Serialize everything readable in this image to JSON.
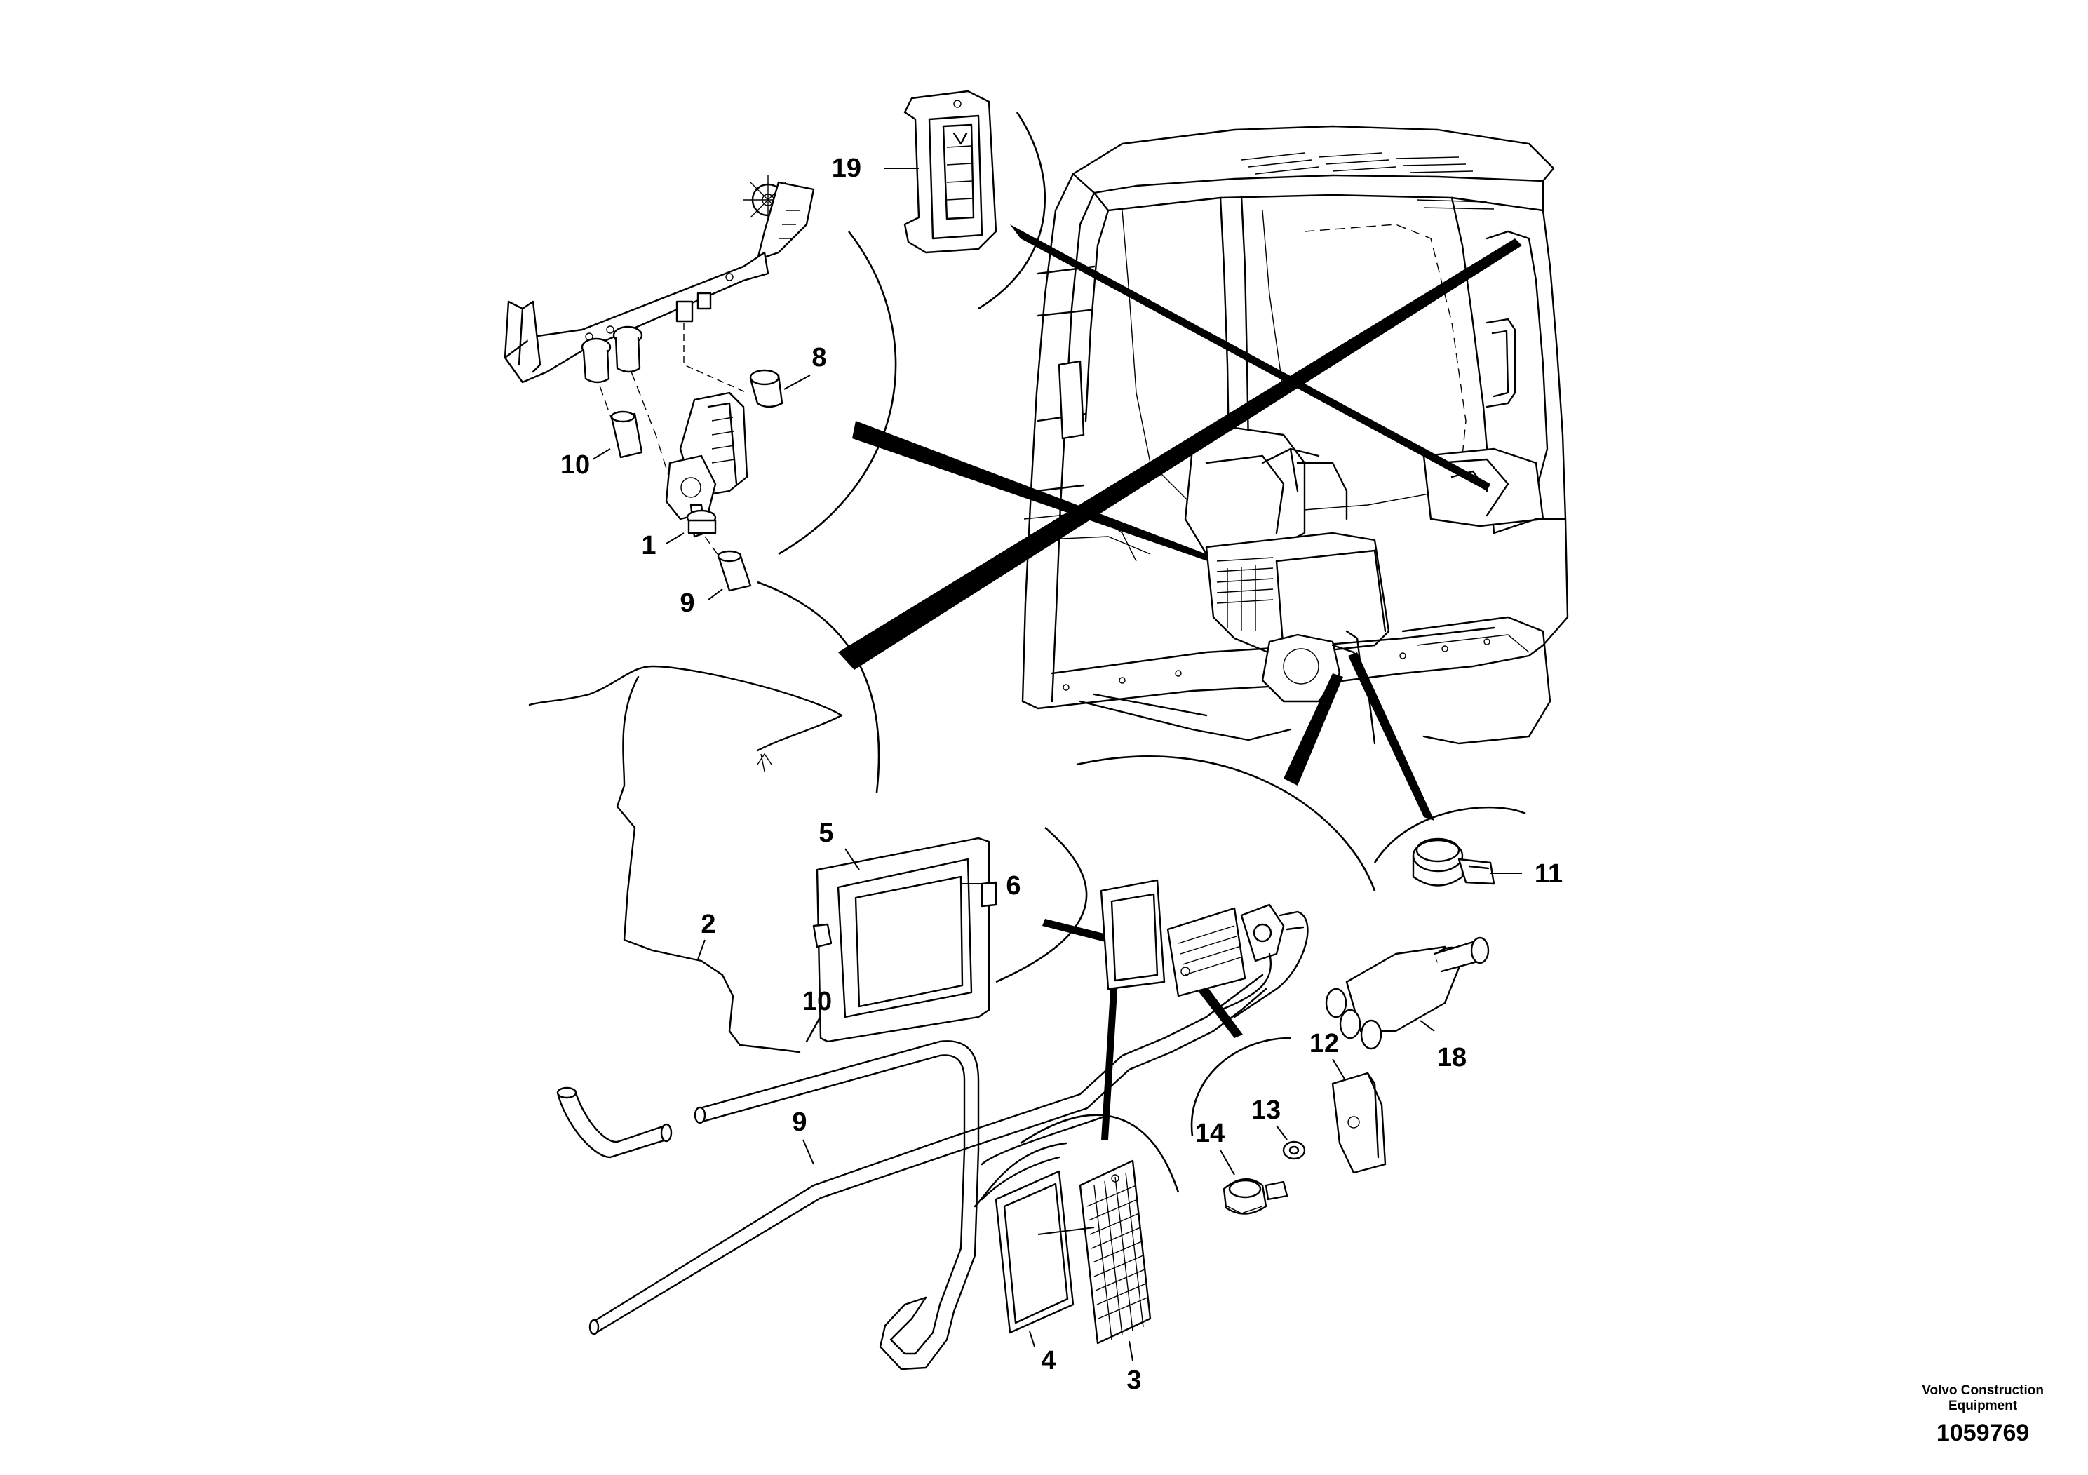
{
  "footer": {
    "brand_line1": "Volvo Construction",
    "brand_line2": "Equipment",
    "drawing_number": "1059769"
  },
  "labels": {
    "p1": "1",
    "p2": "2",
    "p3": "3",
    "p4": "4",
    "p5": "5",
    "p6": "6",
    "p8": "8",
    "p9a": "9",
    "p9b": "9",
    "p10a": "10",
    "p10b": "10",
    "p11": "11",
    "p12": "12",
    "p13": "13",
    "p14": "14",
    "p18": "18",
    "p19": "19"
  }
}
